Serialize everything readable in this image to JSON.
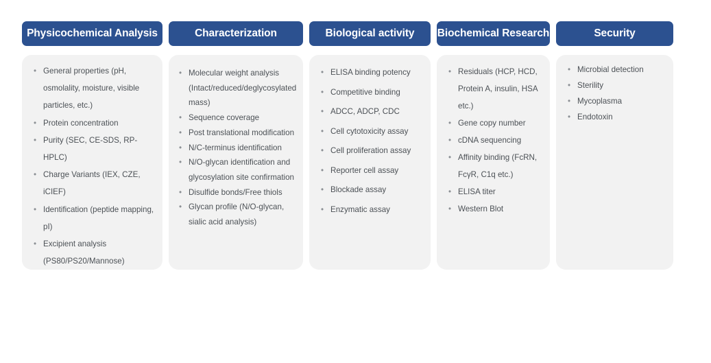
{
  "theme": {
    "header_bg": "#2c5190",
    "header_text": "#ffffff",
    "card_bg": "#f2f2f2",
    "body_text": "#4c5156",
    "bullet_color": "#8b8f94",
    "page_bg": "#ffffff"
  },
  "bullet_glyph": "•",
  "columns": [
    {
      "header": "Physicochemical Analysis",
      "items": [
        "General properties (pH, osmolality, moisture, visible particles, etc.)",
        "Protein concentration",
        "Purity (SEC,  CE-SDS, RP-HPLC)",
        "Charge Variants (IEX, CZE, iCIEF)",
        "Identification (peptide mapping, pI)",
        "Excipient analysis (PS80/PS20/Mannose)"
      ]
    },
    {
      "header": "Characterization",
      "items": [
        "Molecular weight analysis (Intact/reduced/deglycosylated mass)",
        "Sequence coverage",
        "Post translational modification",
        "N/C-terminus identification",
        "N/O-glycan identification and glycosylation site confirmation",
        "Disulfide bonds/Free thiols",
        "Glycan profile (N/O-glycan, sialic acid analysis)"
      ]
    },
    {
      "header": "Biological activity",
      "items": [
        "ELISA binding potency",
        "Competitive binding",
        "ADCC, ADCP, CDC",
        "Cell cytotoxicity assay",
        "Cell proliferation assay",
        "Reporter cell assay",
        "Blockade assay",
        "Enzymatic assay"
      ]
    },
    {
      "header": "Biochemical Research",
      "items": [
        "Residuals (HCP, HCD, Protein A, insulin, HSA etc.)",
        "Gene copy number",
        "cDNA sequencing",
        "Affinity binding (FcRN, FcγR, C1q etc.)",
        "ELISA titer",
        "Western Blot"
      ]
    },
    {
      "header": "Security",
      "items": [
        "Microbial detection",
        "Sterility",
        "Mycoplasma",
        "Endotoxin"
      ]
    }
  ]
}
